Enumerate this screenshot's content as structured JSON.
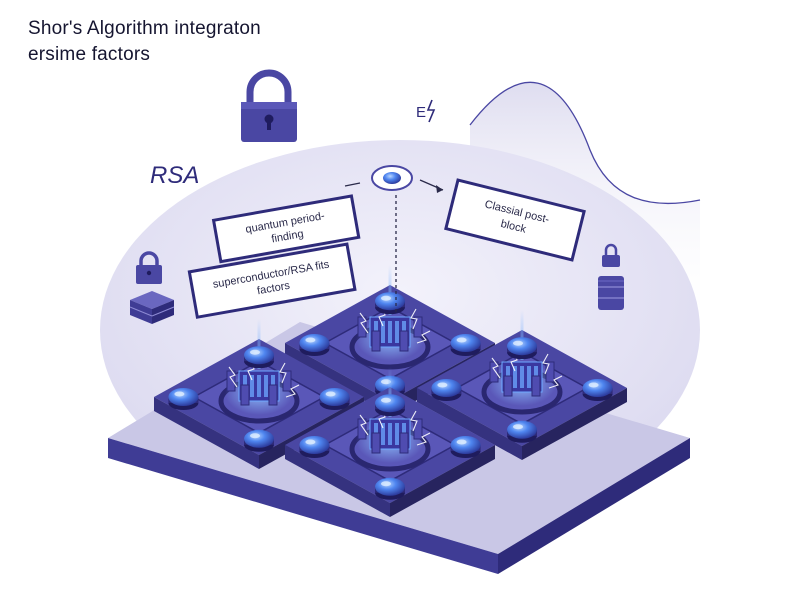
{
  "title": {
    "line1": "Shor's Algorithm integraton",
    "line2": "ersime factors"
  },
  "labels": {
    "rsa": "RSA",
    "e_mark": "E",
    "quantum_period_line1": "quantum period-",
    "quantum_period_line2": "finding",
    "superconductor_line1": "superconductor/RSA fits",
    "superconductor_line2": "factors",
    "classical_line1": "Classial post-",
    "classical_line2": "block"
  },
  "icons": [
    "lock-icon",
    "server-stack-icon",
    "lightning-icon",
    "qubit-node-icon"
  ],
  "colors": {
    "accent": "#4a47a3",
    "accent_dark": "#2e2b7a",
    "glow": "#6ea8ff",
    "backdrop": "#e8e7f5",
    "platform": "#d9d8ef"
  }
}
